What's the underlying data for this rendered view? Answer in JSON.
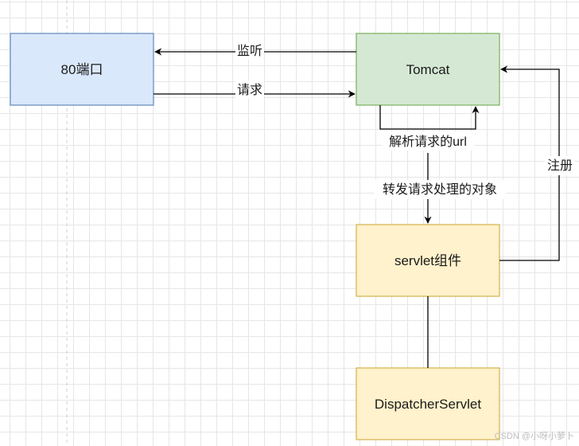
{
  "diagram": {
    "nodes": {
      "port": {
        "label": "80端口",
        "fill": "#dae8fc",
        "stroke": "#6c8ebf"
      },
      "tomcat": {
        "label": "Tomcat",
        "fill": "#d5e8d4",
        "stroke": "#82b366"
      },
      "servlet": {
        "label": "servlet组件",
        "fill": "#fff2cc",
        "stroke": "#d6b656"
      },
      "dispatcher": {
        "label": "DispatcherServlet",
        "fill": "#fff2cc",
        "stroke": "#d6b656"
      }
    },
    "edges": {
      "listen": {
        "label": "监听"
      },
      "request": {
        "label": "请求"
      },
      "parse_url": {
        "label": "解析请求的url"
      },
      "forward": {
        "label": "转发请求处理的对象"
      },
      "register": {
        "label": "注册"
      }
    }
  },
  "watermark": {
    "text": "CSDN @小呀小萝卜"
  }
}
